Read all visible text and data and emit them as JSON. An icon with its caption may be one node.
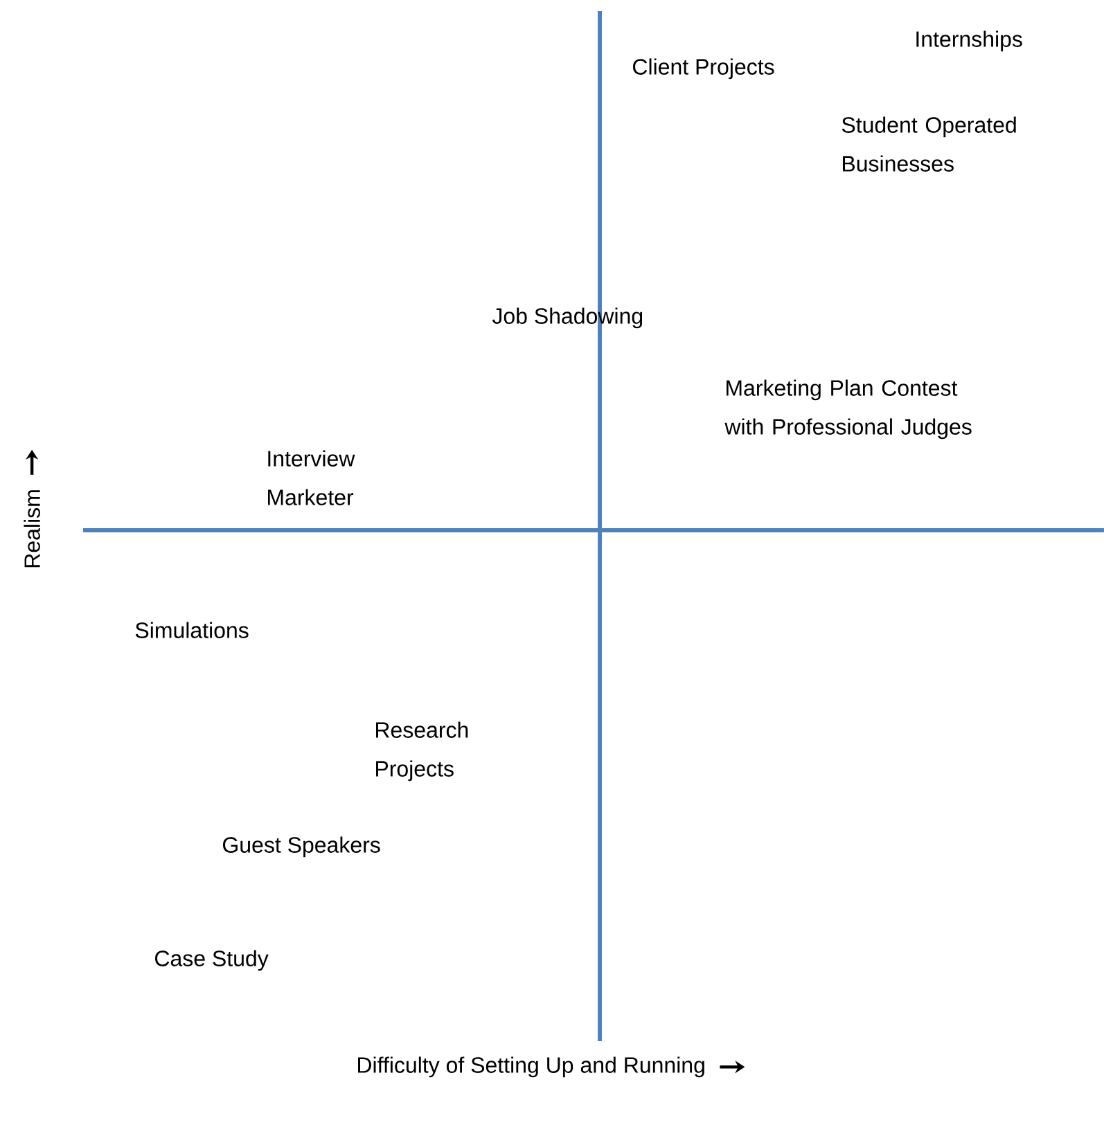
{
  "diagram": {
    "labels": [
      "Internships",
      "Client Projects",
      "Student Operated Businesses",
      "Job Shadowing",
      "Marketing Plan Contest with Professional Judges",
      "Interview Marketer",
      "Realism",
      "Simulations",
      "Research Projects",
      "Guest Speakers",
      "Case Study",
      "Difficulty of Setting Up and Running"
    ]
  }
}
